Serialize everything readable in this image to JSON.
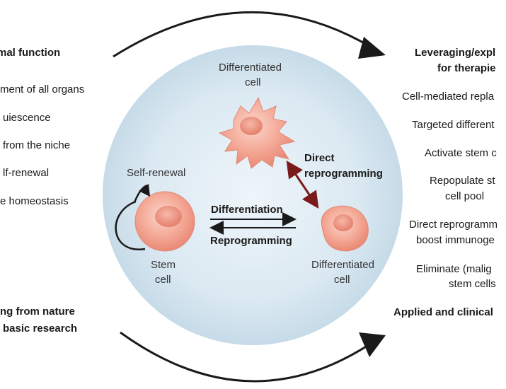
{
  "left_panel": {
    "heading": "mal function",
    "items": [
      "ment of all organs",
      "uiescence",
      "from the niche",
      "lf-renewal",
      "e homeostasis"
    ],
    "footer_line1": "ng from nature",
    "footer_line2": "basic research"
  },
  "right_panel": {
    "heading_line1": "Leveraging/expl",
    "heading_line2": "for therapie",
    "items": [
      "Cell-mediated repla",
      "Targeted different",
      "Activate stem c",
      "Repopulate st",
      "cell pool",
      "Direct reprogramm",
      "boost immunoge",
      "Eliminate (malig",
      "stem cells"
    ],
    "footer": "Applied and clinical"
  },
  "center": {
    "top_cell_label_line1": "Differentiated",
    "top_cell_label_line2": "cell",
    "self_renewal": "Self-renewal",
    "stem_label_line1": "Stem",
    "stem_label_line2": "cell",
    "differentiation": "Differentiation",
    "reprogramming": "Reprogramming",
    "direct_line1": "Direct",
    "direct_line2": "reprogramming",
    "right_cell_label_line1": "Differentiated",
    "right_cell_label_line2": "cell"
  },
  "colors": {
    "circle_glow": "#cfe2ee",
    "cell_fill": "#f4a896",
    "cell_nucleus": "#ee8f7d",
    "arrow_dark": "#1a1a1a",
    "direct_arrow": "#7a1a1a"
  }
}
